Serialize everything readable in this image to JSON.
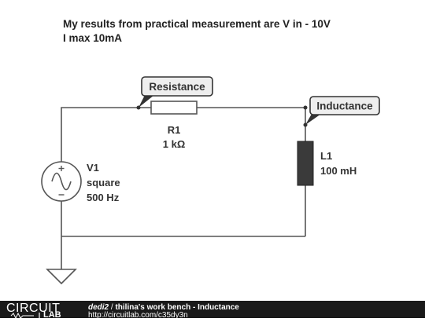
{
  "note": {
    "line1": "My results from practical measurement are V in - 10V",
    "line2": "I max 10mA"
  },
  "resistor": {
    "callout": "Resistance",
    "name": "R1",
    "value": "1 kΩ"
  },
  "inductor": {
    "callout": "Inductance",
    "name": "L1",
    "value": "100 mH"
  },
  "source": {
    "name": "V1",
    "type": "square",
    "frequency": "500 Hz"
  },
  "footer": {
    "brand_top": "CIRCUIT",
    "brand_bottom": "LAB",
    "author": "dedi2",
    "separator": " / ",
    "title": "thilina's work bench - Inductance",
    "url": "http://circuitlab.com/c35dy3n"
  },
  "colors": {
    "wire": "#555555",
    "footer_bg": "#1a1a1a",
    "inductor_fill": "#3a3a3a",
    "callout_bg": "#eeeeee"
  }
}
